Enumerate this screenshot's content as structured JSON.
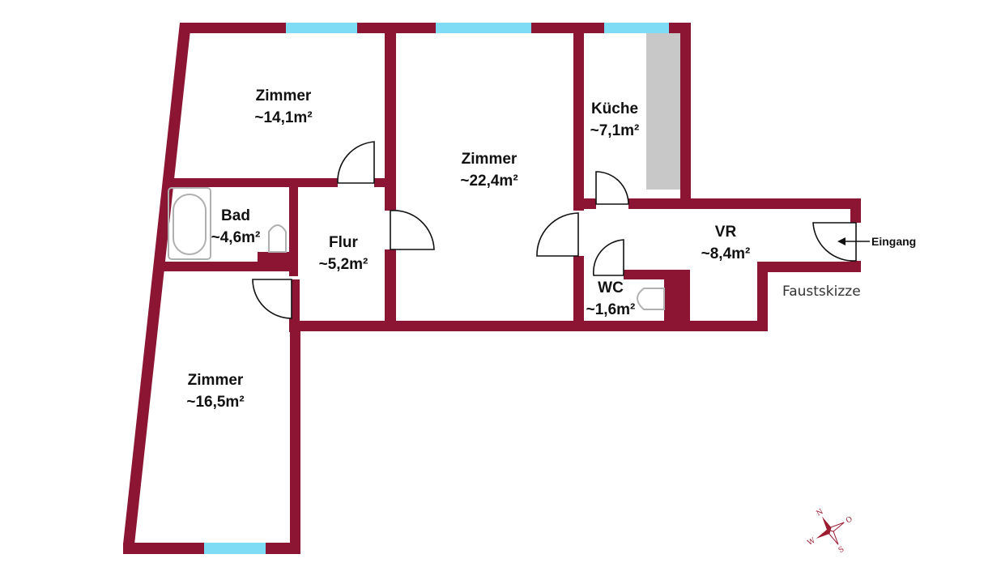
{
  "colors": {
    "wall": "#8b1533",
    "window": "#7fdcf5",
    "fixture": "#c8c8c8",
    "door": "#111111"
  },
  "rooms": {
    "zimmer_top": {
      "name": "Zimmer",
      "area": "~14,1m²"
    },
    "zimmer_center": {
      "name": "Zimmer",
      "area": "~22,4m²"
    },
    "kueche": {
      "name": "Küche",
      "area": "~7,1m²"
    },
    "bad": {
      "name": "Bad",
      "area": "~4,6m²"
    },
    "flur": {
      "name": "Flur",
      "area": "~5,2m²"
    },
    "vr": {
      "name": "VR",
      "area": "~8,4m²"
    },
    "wc": {
      "name": "WC",
      "area": "~1,6m²"
    },
    "zimmer_bottom": {
      "name": "Zimmer",
      "area": "~16,5m²"
    }
  },
  "entrance_label": "Eingang",
  "sketch_note": "Faustskizze",
  "compass": {
    "n": "N",
    "o": "O",
    "s": "S",
    "w": "W"
  }
}
